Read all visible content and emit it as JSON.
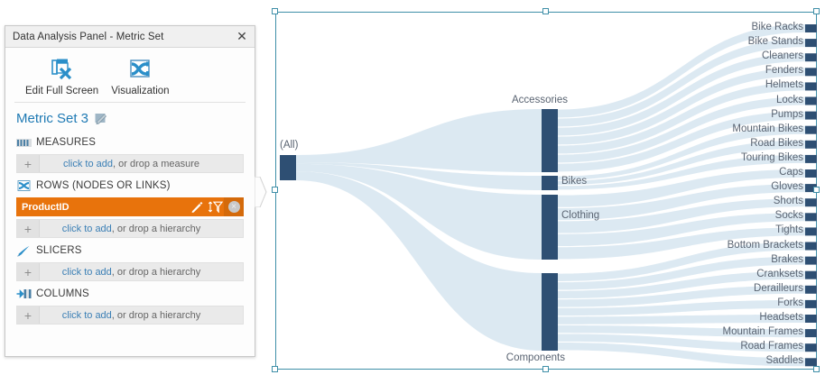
{
  "panel": {
    "title": "Data Analysis Panel - Metric Set",
    "close_label": "✕",
    "close_icon": "close-icon",
    "toolbar": [
      {
        "label": "Edit Full Screen",
        "icon": "edit-full-screen-icon"
      },
      {
        "label": "Visualization",
        "icon": "visualization-icon"
      }
    ],
    "metric_set": {
      "title": "Metric Set 3",
      "edit_icon": "pencil-edit-icon"
    },
    "sections": [
      {
        "id": "measures",
        "title": "MEASURES",
        "icon": "measures-bars-icon",
        "fields": [],
        "drop_prefix": "click to add",
        "drop_suffix": ", or drop a measure"
      },
      {
        "id": "rows",
        "title": "ROWS (NODES OR LINKS)",
        "icon": "sankey-nodes-icon",
        "fields": [
          {
            "name": "ProductID",
            "color": "#e8730c",
            "icons": [
              "pencil-icon",
              "sort-filter-icon",
              "remove-icon"
            ],
            "remove_label": "×"
          }
        ],
        "drop_prefix": "click to add",
        "drop_suffix": ", or drop a hierarchy"
      },
      {
        "id": "slicers",
        "title": "SLICERS",
        "icon": "slicer-brush-icon",
        "fields": [],
        "drop_prefix": "click to add",
        "drop_suffix": ", or drop a hierarchy"
      },
      {
        "id": "columns",
        "title": "COLUMNS",
        "icon": "columns-icon",
        "fields": [],
        "drop_prefix": "click to add",
        "drop_suffix": ", or drop a hierarchy"
      }
    ],
    "plus_label": "+",
    "expand_tab_icon": "chevron-right-icon"
  },
  "colors": {
    "node": "#2e4f73",
    "link": "#dce9f2",
    "selection": "#3f8fa8",
    "accent_blue": "#1f7ab4",
    "field_orange": "#e8730c",
    "label_text": "#5a6472"
  },
  "chart_data": {
    "type": "sankey",
    "title": "",
    "levels": [
      {
        "name": "root",
        "nodes": [
          {
            "label": "(All)",
            "value": 24
          }
        ]
      },
      {
        "name": "category",
        "nodes": [
          {
            "label": "Accessories",
            "value": 7
          },
          {
            "label": "Bikes",
            "value": 3
          },
          {
            "label": "Clothing",
            "value": 5
          },
          {
            "label": "Components",
            "value": 9
          }
        ]
      },
      {
        "name": "subcategory",
        "nodes": [
          {
            "label": "Bike Racks",
            "parent": "Accessories",
            "value": 1
          },
          {
            "label": "Bike Stands",
            "parent": "Accessories",
            "value": 1
          },
          {
            "label": "Cleaners",
            "parent": "Accessories",
            "value": 1
          },
          {
            "label": "Fenders",
            "parent": "Accessories",
            "value": 1
          },
          {
            "label": "Helmets",
            "parent": "Accessories",
            "value": 1
          },
          {
            "label": "Locks",
            "parent": "Accessories",
            "value": 1
          },
          {
            "label": "Pumps",
            "parent": "Accessories",
            "value": 1
          },
          {
            "label": "Mountain Bikes",
            "parent": "Bikes",
            "value": 1
          },
          {
            "label": "Road Bikes",
            "parent": "Bikes",
            "value": 1
          },
          {
            "label": "Touring Bikes",
            "parent": "Bikes",
            "value": 1
          },
          {
            "label": "Caps",
            "parent": "Clothing",
            "value": 1
          },
          {
            "label": "Gloves",
            "parent": "Clothing",
            "value": 1
          },
          {
            "label": "Shorts",
            "parent": "Clothing",
            "value": 1
          },
          {
            "label": "Socks",
            "parent": "Clothing",
            "value": 1
          },
          {
            "label": "Tights",
            "parent": "Clothing",
            "value": 1
          },
          {
            "label": "Bottom Brackets",
            "parent": "Components",
            "value": 1
          },
          {
            "label": "Brakes",
            "parent": "Components",
            "value": 1
          },
          {
            "label": "Cranksets",
            "parent": "Components",
            "value": 1
          },
          {
            "label": "Derailleurs",
            "parent": "Components",
            "value": 1
          },
          {
            "label": "Forks",
            "parent": "Components",
            "value": 1
          },
          {
            "label": "Headsets",
            "parent": "Components",
            "value": 1
          },
          {
            "label": "Mountain Frames",
            "parent": "Components",
            "value": 1
          },
          {
            "label": "Road Frames",
            "parent": "Components",
            "value": 1
          },
          {
            "label": "Saddles",
            "parent": "Components",
            "value": 1
          }
        ]
      }
    ]
  }
}
